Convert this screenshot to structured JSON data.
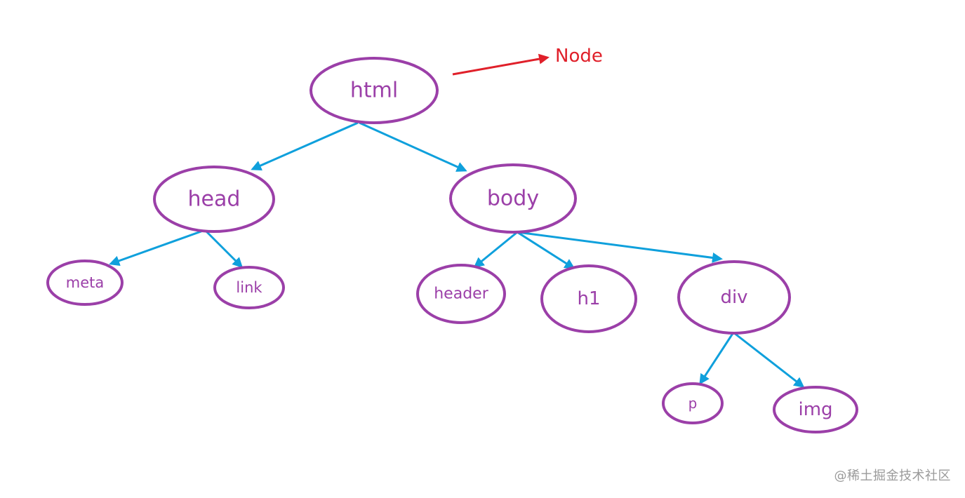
{
  "diagram": {
    "nodes": [
      {
        "id": "html",
        "label": "html"
      },
      {
        "id": "head",
        "label": "head"
      },
      {
        "id": "body",
        "label": "body"
      },
      {
        "id": "meta",
        "label": "meta"
      },
      {
        "id": "link",
        "label": "link"
      },
      {
        "id": "header",
        "label": "header"
      },
      {
        "id": "h1",
        "label": "h1"
      },
      {
        "id": "div",
        "label": "div"
      },
      {
        "id": "p",
        "label": "p"
      },
      {
        "id": "img",
        "label": "img"
      }
    ],
    "edges": [
      {
        "from": "html",
        "to": "head"
      },
      {
        "from": "html",
        "to": "body"
      },
      {
        "from": "head",
        "to": "meta"
      },
      {
        "from": "head",
        "to": "link"
      },
      {
        "from": "body",
        "to": "header"
      },
      {
        "from": "body",
        "to": "h1"
      },
      {
        "from": "body",
        "to": "div"
      },
      {
        "from": "div",
        "to": "p"
      },
      {
        "from": "div",
        "to": "img"
      }
    ],
    "annotation": {
      "label": "Node",
      "points_to": "html"
    },
    "colors": {
      "node_stroke": "#9b3fa8",
      "node_text": "#9b3fa8",
      "edge": "#0fa0dc",
      "annotation": "#e0202a"
    }
  },
  "watermark": {
    "text": "@稀土掘金技术社区"
  }
}
